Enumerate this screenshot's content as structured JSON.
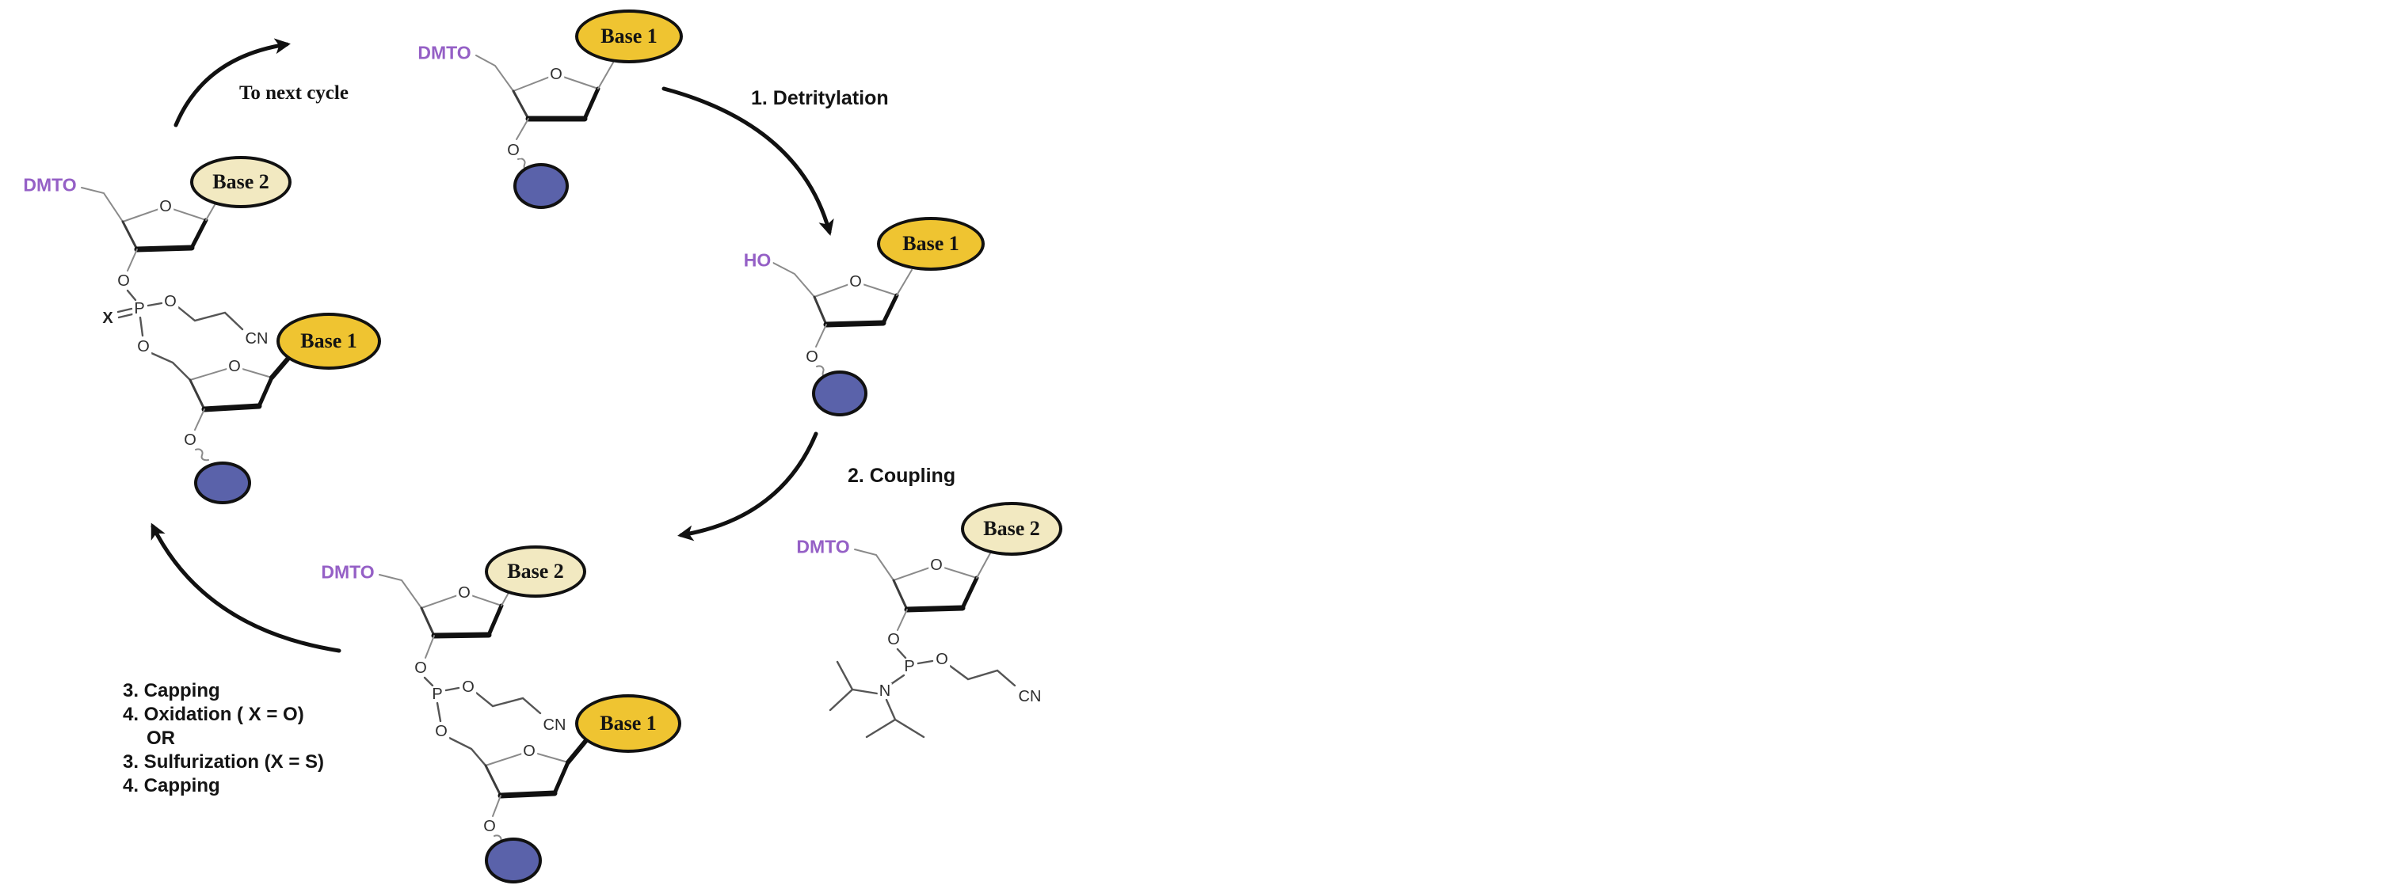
{
  "colors": {
    "base1_fill": "#efc431",
    "base2_fill": "#f2e9c1",
    "support_fill": "#5a62aa",
    "dmt_text": "#9560c6",
    "arrow": "#111111",
    "bond_thin": "#8a8a8a",
    "bond_bold": "#111111",
    "step_text": "#141414"
  },
  "steps": {
    "to_next_cycle": "To next cycle",
    "detritylation": "1. Detritylation",
    "coupling": "2. Coupling",
    "capping_block": [
      "3. Capping",
      "4. Oxidation ( X = O)",
      "OR",
      "3. Sulfurization (X = S)",
      "4. Capping"
    ]
  },
  "labels": {
    "dmto": "DMTO",
    "ho": "HO",
    "base1": "Base 1",
    "base2": "Base 2",
    "oxygen": "O",
    "phosphorus": "P",
    "nitrogen": "N",
    "x": "X",
    "cyano": "CN"
  }
}
